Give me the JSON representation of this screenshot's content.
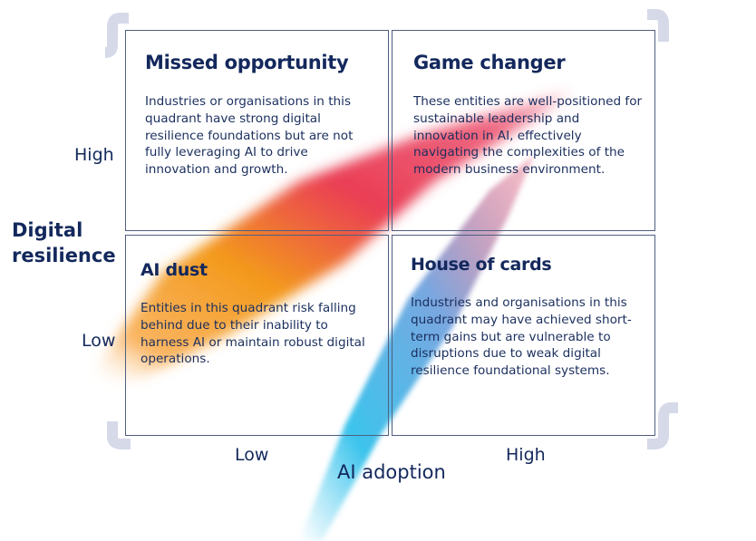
{
  "y_axis": {
    "title": "Digital resilience",
    "title_line1": "Digital",
    "title_line2": "resilience",
    "high": "High",
    "low": "Low"
  },
  "x_axis": {
    "title": "AI adoption",
    "low": "Low",
    "high": "High"
  },
  "quadrants": [
    {
      "title": "Missed opportunity",
      "text": "Industries or organisations in this quadrant have strong digital resilience foundations but are not fully leveraging AI to drive innovation and growth."
    },
    {
      "title": "Game changer",
      "text": "These entities are well-positioned for sustainable leadership and innovation in AI, effectively navigating the complexities of the modern business environment."
    },
    {
      "title": "AI dust",
      "text": "Entities in this quadrant risk falling behind due to their inability to harness AI or maintain robust digital operations."
    },
    {
      "title": "House of cards",
      "text": "Industries and organisations in this quadrant may have achieved short-term gains but are vulnerable to disruptions due to weak digital resilience foundational systems."
    }
  ],
  "colors": {
    "text": "#13285c",
    "border": "#4f5f80",
    "bracket": "#d5d9e8",
    "orange": "#f7a21b",
    "red": "#e8385a",
    "blue": "#3bc3ea"
  }
}
